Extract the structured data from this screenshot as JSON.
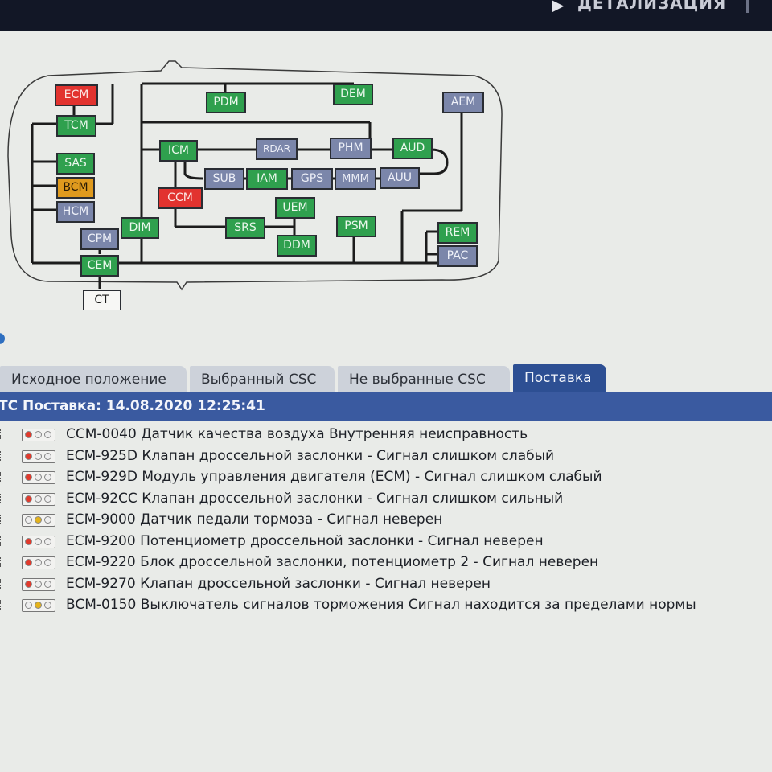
{
  "header": {
    "title": "ДЕТАЛИЗАЦИЯ",
    "arrow": "▶"
  },
  "diagram": {
    "modules": [
      {
        "id": "ECM",
        "color": "red"
      },
      {
        "id": "TCM",
        "color": "green"
      },
      {
        "id": "SAS",
        "color": "green"
      },
      {
        "id": "BCM",
        "color": "orange"
      },
      {
        "id": "HCM",
        "color": "blue"
      },
      {
        "id": "CPM",
        "color": "blue"
      },
      {
        "id": "CEM",
        "color": "green"
      },
      {
        "id": "CT",
        "color": "white"
      },
      {
        "id": "DIM",
        "color": "green"
      },
      {
        "id": "PDM",
        "color": "green"
      },
      {
        "id": "DEM",
        "color": "green"
      },
      {
        "id": "AEM",
        "color": "blue"
      },
      {
        "id": "ICM",
        "color": "green"
      },
      {
        "id": "RDAR",
        "color": "blue"
      },
      {
        "id": "PHM",
        "color": "blue"
      },
      {
        "id": "AUD",
        "color": "green"
      },
      {
        "id": "SUB",
        "color": "blue"
      },
      {
        "id": "IAM",
        "color": "green"
      },
      {
        "id": "GPS",
        "color": "blue"
      },
      {
        "id": "MMM",
        "color": "blue"
      },
      {
        "id": "AUU",
        "color": "blue"
      },
      {
        "id": "CCM",
        "color": "red"
      },
      {
        "id": "UEM",
        "color": "green"
      },
      {
        "id": "SRS",
        "color": "green"
      },
      {
        "id": "DDM",
        "color": "green"
      },
      {
        "id": "PSM",
        "color": "green"
      },
      {
        "id": "REM",
        "color": "green"
      },
      {
        "id": "PAC",
        "color": "blue"
      }
    ]
  },
  "tabs": [
    {
      "label": "Исходное положение",
      "active": false
    },
    {
      "label": "Выбранный CSC",
      "active": false
    },
    {
      "label": "Не выбранные CSC",
      "active": false
    },
    {
      "label": "Поставка",
      "active": true
    }
  ],
  "panel": {
    "heading": "ТС Поставка: 14.08.2020 12:25:41"
  },
  "errors": [
    {
      "text": "CCM-0040 Датчик качества воздуха Внутренняя неисправность",
      "lamp": "red"
    },
    {
      "text": "ECM-925D Клапан дроссельной заслонки - Сигнал слишком слабый",
      "lamp": "red"
    },
    {
      "text": "ECM-929D Модуль управления двигателя (ECM) - Сигнал слишком слабый",
      "lamp": "red"
    },
    {
      "text": "ECM-92CC Клапан дроссельной заслонки - Сигнал слишком сильный",
      "lamp": "red"
    },
    {
      "text": "ECM-9000 Датчик педали тормоза - Сигнал неверен",
      "lamp": "yellow"
    },
    {
      "text": "ECM-9200 Потенциометр дроссельной заслонки - Сигнал неверен",
      "lamp": "red"
    },
    {
      "text": "ECM-9220 Блок дроссельной заслонки, потенциометр 2 - Сигнал неверен",
      "lamp": "red"
    },
    {
      "text": "ECM-9270 Клапан дроссельной заслонки - Сигнал неверен",
      "lamp": "red"
    },
    {
      "text": "BCM-0150 Выключатель сигналов торможения Сигнал находится за пределами нормы",
      "lamp": "yellow"
    }
  ],
  "colors": {
    "lamp_red": "#e23a2c",
    "lamp_yellow": "#e3b21c",
    "tab_active": "#2d4f93",
    "panel_head": "#3a5aa0"
  }
}
